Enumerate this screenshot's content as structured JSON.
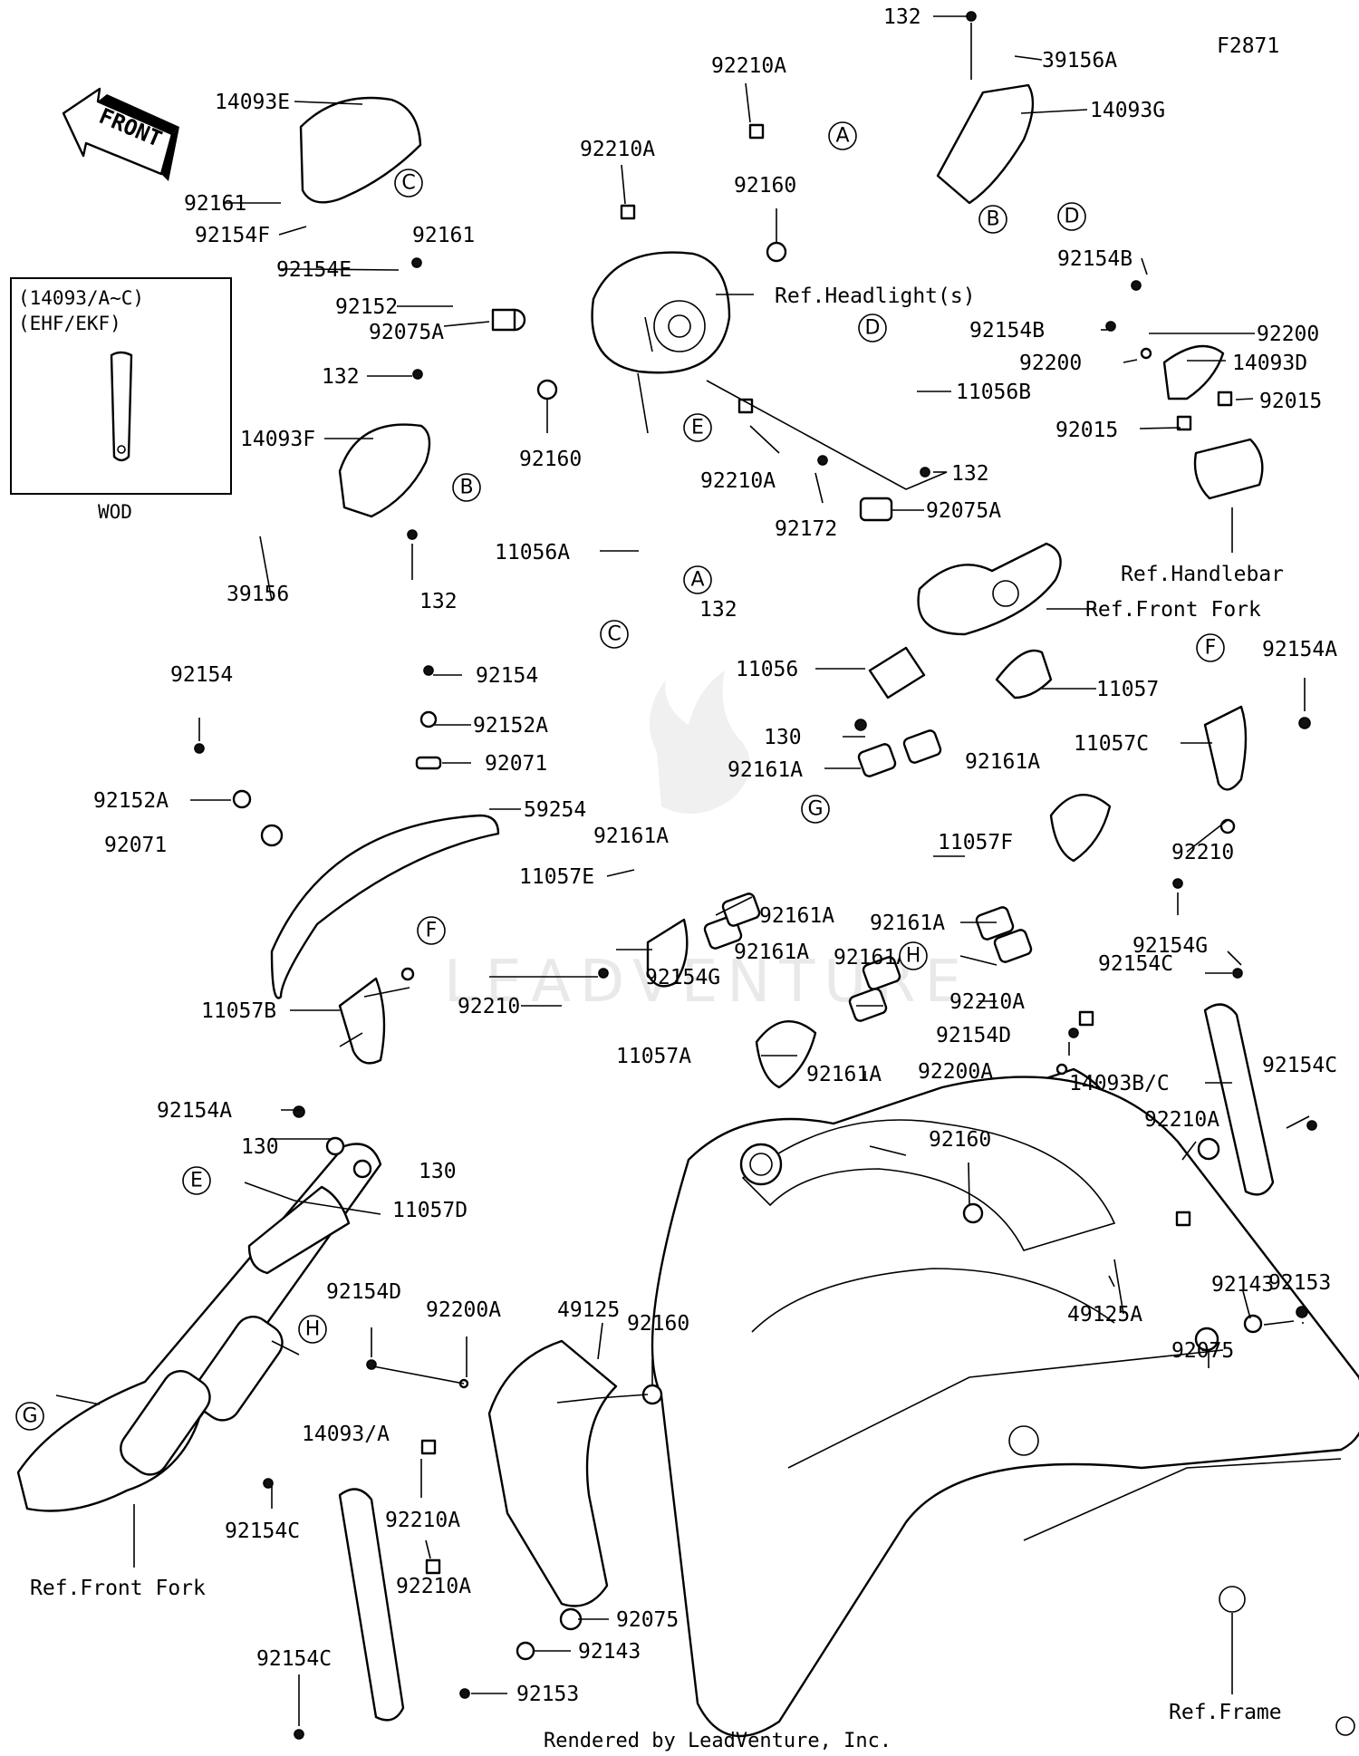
{
  "diagram_id": "F2871",
  "footer": "Rendered by LeadVenture, Inc.",
  "watermark": "LEADVENTURE",
  "front_arrow": "FRONT",
  "variant_box": {
    "line1": "(14093/A~C)",
    "line2": "(EHF/EKF)",
    "caption": "WOD"
  },
  "labels": [
    {
      "id": "l1",
      "text": "132"
    },
    {
      "id": "l2",
      "text": "39156A"
    },
    {
      "id": "l3",
      "text": "14093G"
    },
    {
      "id": "l4",
      "text": "92210A"
    },
    {
      "id": "l5",
      "text": "14093E"
    },
    {
      "id": "l6",
      "text": "92210A"
    },
    {
      "id": "l7",
      "text": "92160"
    },
    {
      "id": "l8",
      "text": "92161"
    },
    {
      "id": "l9",
      "text": "92154F"
    },
    {
      "id": "l10",
      "text": "92161"
    },
    {
      "id": "l11",
      "text": "92154E"
    },
    {
      "id": "l12",
      "text": "92152"
    },
    {
      "id": "l13",
      "text": "92075A"
    },
    {
      "id": "l14",
      "text": "Ref.Headlight(s)"
    },
    {
      "id": "l15",
      "text": "92154B"
    },
    {
      "id": "l16",
      "text": "92154B"
    },
    {
      "id": "l17",
      "text": "92200"
    },
    {
      "id": "l18",
      "text": "92200"
    },
    {
      "id": "l19",
      "text": "14093D"
    },
    {
      "id": "l20",
      "text": "92015"
    },
    {
      "id": "l21",
      "text": "92015"
    },
    {
      "id": "l22",
      "text": "132"
    },
    {
      "id": "l23",
      "text": "14093F"
    },
    {
      "id": "l24",
      "text": "92160"
    },
    {
      "id": "l25",
      "text": "11056B"
    },
    {
      "id": "l26",
      "text": "92210A"
    },
    {
      "id": "l27",
      "text": "132"
    },
    {
      "id": "l28",
      "text": "92172"
    },
    {
      "id": "l29",
      "text": "92075A"
    },
    {
      "id": "l30",
      "text": "Ref.Handlebar"
    },
    {
      "id": "l31",
      "text": "39156"
    },
    {
      "id": "l32",
      "text": "132"
    },
    {
      "id": "l33",
      "text": "11056A"
    },
    {
      "id": "l34",
      "text": "132"
    },
    {
      "id": "l35",
      "text": "Ref.Front Fork"
    },
    {
      "id": "l36",
      "text": "92154"
    },
    {
      "id": "l37",
      "text": "92154"
    },
    {
      "id": "l38",
      "text": "92152A"
    },
    {
      "id": "l39",
      "text": "92071"
    },
    {
      "id": "l40",
      "text": "11056"
    },
    {
      "id": "l41",
      "text": "11057"
    },
    {
      "id": "l42",
      "text": "92154A"
    },
    {
      "id": "l43",
      "text": "11057C"
    },
    {
      "id": "l44",
      "text": "130"
    },
    {
      "id": "l45",
      "text": "92161A"
    },
    {
      "id": "l46",
      "text": "92161A"
    },
    {
      "id": "l47",
      "text": "92152A"
    },
    {
      "id": "l48",
      "text": "59254"
    },
    {
      "id": "l49",
      "text": "92071"
    },
    {
      "id": "l50",
      "text": "92161A"
    },
    {
      "id": "l51",
      "text": "11057E"
    },
    {
      "id": "l52",
      "text": "92161A"
    },
    {
      "id": "l53",
      "text": "11057F"
    },
    {
      "id": "l54",
      "text": "92210"
    },
    {
      "id": "l55",
      "text": "92161A"
    },
    {
      "id": "l56",
      "text": "92154G"
    },
    {
      "id": "l57",
      "text": "92161A"
    },
    {
      "id": "l58",
      "text": "92161A"
    },
    {
      "id": "l59",
      "text": "92154G"
    },
    {
      "id": "l60",
      "text": "92210"
    },
    {
      "id": "l61",
      "text": "92154C"
    },
    {
      "id": "l62",
      "text": "11057B"
    },
    {
      "id": "l63",
      "text": "92210A"
    },
    {
      "id": "l64",
      "text": "92154D"
    },
    {
      "id": "l65",
      "text": "11057A"
    },
    {
      "id": "l66",
      "text": "92161A"
    },
    {
      "id": "l67",
      "text": "92200A"
    },
    {
      "id": "l68",
      "text": "14093B/C"
    },
    {
      "id": "l69",
      "text": "92154C"
    },
    {
      "id": "l70",
      "text": "92154A"
    },
    {
      "id": "l71",
      "text": "130"
    },
    {
      "id": "l72",
      "text": "130"
    },
    {
      "id": "l73",
      "text": "92160"
    },
    {
      "id": "l74",
      "text": "92210A"
    },
    {
      "id": "l75",
      "text": "11057D"
    },
    {
      "id": "l76",
      "text": "92153"
    },
    {
      "id": "l77",
      "text": "92143"
    },
    {
      "id": "l78",
      "text": "92154D"
    },
    {
      "id": "l79",
      "text": "92200A"
    },
    {
      "id": "l80",
      "text": "49125"
    },
    {
      "id": "l81",
      "text": "92160"
    },
    {
      "id": "l82",
      "text": "49125A"
    },
    {
      "id": "l83",
      "text": "92075"
    },
    {
      "id": "l84",
      "text": "14093/A"
    },
    {
      "id": "l85",
      "text": "92210A"
    },
    {
      "id": "l86",
      "text": "92154C"
    },
    {
      "id": "l87",
      "text": "Ref.Front Fork"
    },
    {
      "id": "l88",
      "text": "92210A"
    },
    {
      "id": "l89",
      "text": "92075"
    },
    {
      "id": "l90",
      "text": "92154C"
    },
    {
      "id": "l91",
      "text": "92143"
    },
    {
      "id": "l92",
      "text": "92153"
    },
    {
      "id": "l93",
      "text": "Ref.Frame"
    }
  ],
  "callouts": [
    {
      "id": "c1",
      "text": "A"
    },
    {
      "id": "c2",
      "text": "B"
    },
    {
      "id": "c3",
      "text": "D"
    },
    {
      "id": "c4",
      "text": "C"
    },
    {
      "id": "c5",
      "text": "D"
    },
    {
      "id": "c6",
      "text": "E"
    },
    {
      "id": "c7",
      "text": "B"
    },
    {
      "id": "c8",
      "text": "A"
    },
    {
      "id": "c9",
      "text": "C"
    },
    {
      "id": "c10",
      "text": "F"
    },
    {
      "id": "c11",
      "text": "G"
    },
    {
      "id": "c12",
      "text": "F"
    },
    {
      "id": "c13",
      "text": "H"
    },
    {
      "id": "c14",
      "text": "E"
    },
    {
      "id": "c15",
      "text": "H"
    },
    {
      "id": "c16",
      "text": "G"
    }
  ]
}
